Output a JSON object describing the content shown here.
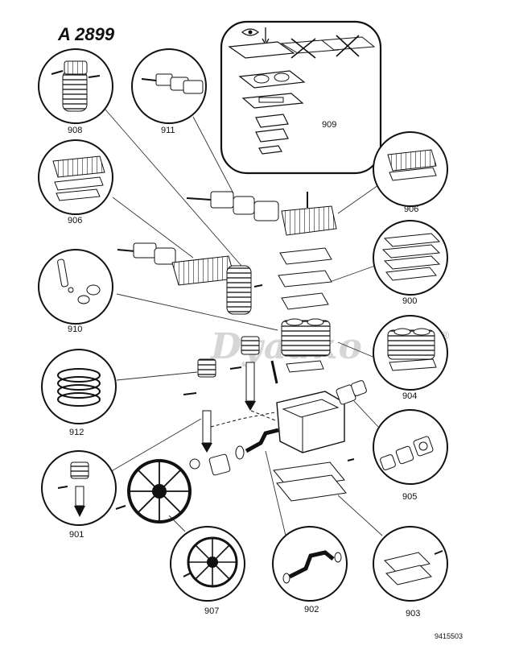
{
  "header": {
    "title": "A 2899"
  },
  "watermark": "Dyadko",
  "watermark_mark": "®",
  "footer": {
    "doc_number": "9415503"
  },
  "kits": [
    {
      "id": "908",
      "label": "908"
    },
    {
      "id": "911",
      "label": "911"
    },
    {
      "id": "909",
      "label": "909"
    },
    {
      "id": "906a",
      "label": "906"
    },
    {
      "id": "906b",
      "label": "906"
    },
    {
      "id": "900",
      "label": "900"
    },
    {
      "id": "910",
      "label": "910"
    },
    {
      "id": "904",
      "label": "904"
    },
    {
      "id": "912",
      "label": "912"
    },
    {
      "id": "905",
      "label": "905"
    },
    {
      "id": "901",
      "label": "901"
    },
    {
      "id": "907",
      "label": "907"
    },
    {
      "id": "902",
      "label": "902"
    },
    {
      "id": "903",
      "label": "903"
    }
  ]
}
